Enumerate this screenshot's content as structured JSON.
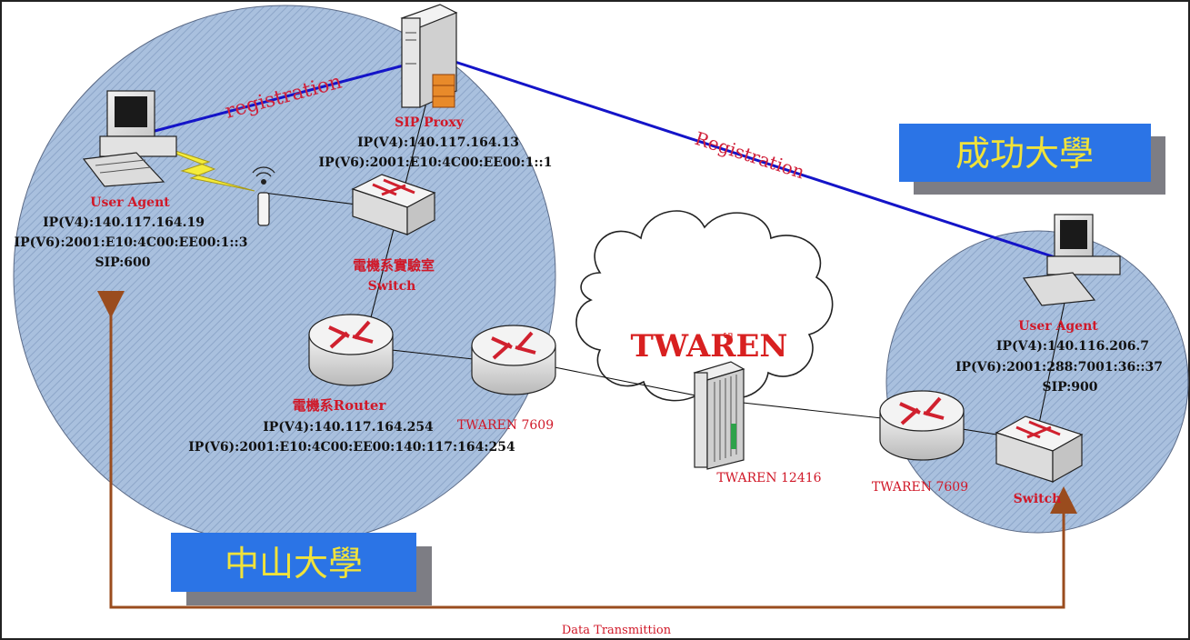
{
  "colors": {
    "circle_fill": "#a7bedc",
    "circle_stroke": "#5b6a86",
    "registration_line": "#1414c8",
    "registration_text": "#d0203a",
    "label_red": "#d01828",
    "label_black": "#111111",
    "data_line": "#9a4c1e",
    "badge_fill": "#2b74e6",
    "badge_text": "#f0e23a",
    "badge_shadow": "#7d7d84",
    "cloud_stroke": "#222222"
  },
  "labels": {
    "registration_left": "registration",
    "registration_right": "Registration",
    "data_transmission": "Data Transmittion",
    "twaren_cloud": "TWAREN",
    "twaren_cloud_mark": "5"
  },
  "sip_proxy": {
    "title": "SIP Proxy",
    "ipv4": "IP(V4):140.117.164.13",
    "ipv6": "IP(V6):2001:E10:4C00:EE00:1::1"
  },
  "left_agent": {
    "title": "User Agent",
    "ipv4": "IP(V4):140.117.164.19",
    "ipv6": "IP(V6):2001:E10:4C00:EE00:1::3",
    "sip": "SIP:600"
  },
  "lab_switch": {
    "line1": "電機系實驗室",
    "line2": "Switch"
  },
  "dept_router": {
    "title": "電機系Router",
    "ipv4": "IP(V4):140.117.164.254",
    "ipv6": "IP(V6):2001:E10:4C00:EE00:140:117:164:254"
  },
  "twaren_router_left": {
    "label": "TWAREN 7609"
  },
  "twaren_core": {
    "label": "TWAREN 12416"
  },
  "twaren_router_right": {
    "label": "TWAREN 7609"
  },
  "right_agent": {
    "title": "User Agent",
    "ipv4": "IP(V4):140.116.206.7",
    "ipv6": "IP(V6):2001:288:7001:36::37",
    "sip": "SIP:900"
  },
  "right_switch": {
    "label": "Switch"
  },
  "badges": {
    "ncku": "成功大學",
    "nsysu": "中山大學"
  }
}
